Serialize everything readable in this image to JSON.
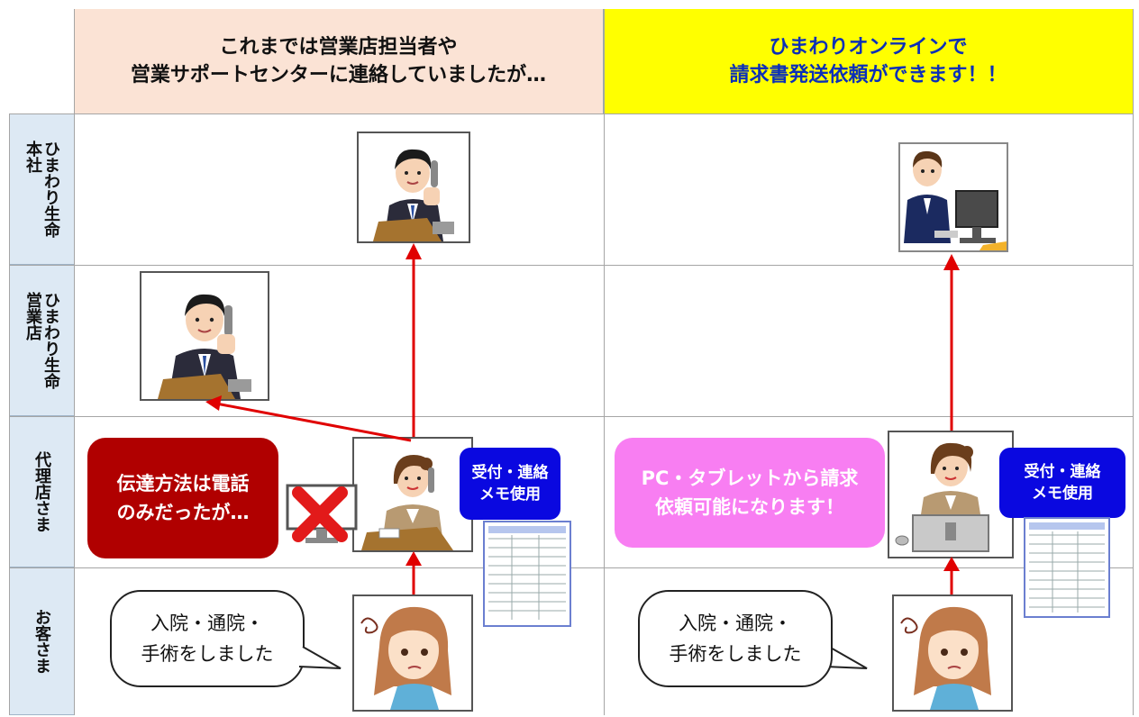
{
  "header": {
    "left_text": "これまでは営業店担当者や\n営業サポートセンターに連絡していましたが…",
    "right_text": "ひまわりオンラインで\n請求書発送依頼ができます！！"
  },
  "rows": [
    {
      "label": "ひまわり生命\n本社"
    },
    {
      "label": "ひまわり生命\n営業店"
    },
    {
      "label": "代理店さま"
    },
    {
      "label": "お客さま"
    }
  ],
  "left": {
    "callout": "伝達方法は電話\nのみだったが…",
    "note": "受付・連絡\nメモ使用",
    "speech": "入院・通院・\n手術をしました"
  },
  "right": {
    "callout": "PC・タブレットから請求\n依頼可能になります！",
    "note": "受付・連絡\nメモ使用",
    "speech": "入院・通院・\n手術をしました"
  },
  "colors": {
    "left_header_bg": "#fbe3d5",
    "right_header_bg": "#ffff00",
    "right_header_text": "#0b2fb8",
    "row_label_bg": "#dde9f4",
    "arrow": "#e00000",
    "red_callout": "#b00000",
    "pink_callout": "#f87ef2",
    "blue_note": "#0a08e0"
  }
}
